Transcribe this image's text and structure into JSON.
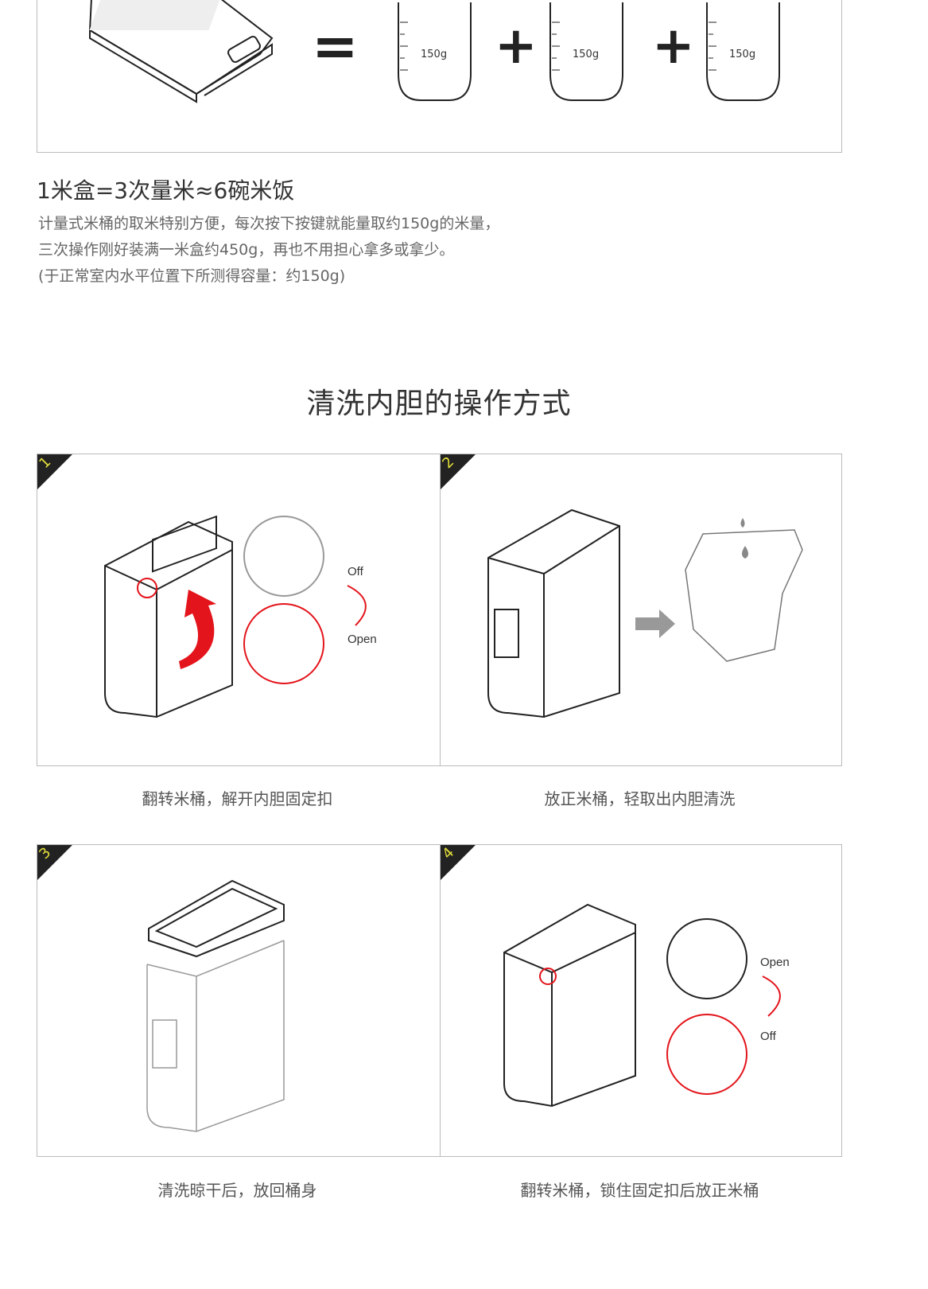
{
  "measure": {
    "cup_label": "150g",
    "equals": "=",
    "plus": "+"
  },
  "heading": "1米盒=3次量米≈6碗米饭",
  "description": [
    "计量式米桶的取米特别方便，每次按下按键就能量取约150g的米量，",
    "三次操作刚好装满一米盒约450g，再也不用担心拿多或拿少。",
    "(于正常室内水平位置下所测得容量：约150g)"
  ],
  "section_title": "清洗内胆的操作方式",
  "steps": [
    {
      "number": "1",
      "caption": "翻转米桶，解开内胆固定扣",
      "labels": [
        "Off",
        "Open"
      ]
    },
    {
      "number": "2",
      "caption": "放正米桶，轻取出内胆清洗"
    },
    {
      "number": "3",
      "caption": "清洗晾干后，放回桶身"
    },
    {
      "number": "4",
      "caption": "翻转米桶，锁住固定扣后放正米桶",
      "labels": [
        "Open",
        "Off"
      ]
    }
  ],
  "colors": {
    "accent_red": "#e3141b",
    "badge_bg": "#222222",
    "badge_text": "#e5e03a",
    "border": "#bbbbbb"
  }
}
